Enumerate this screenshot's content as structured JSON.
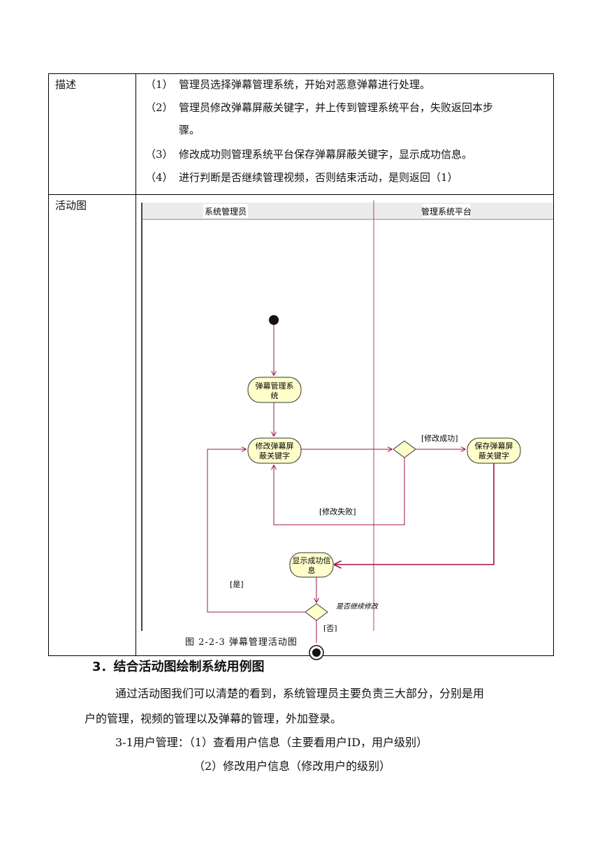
{
  "table": {
    "row1_label": "描述",
    "row2_label": "活动图",
    "steps": [
      {
        "num": "（1）",
        "text": "管理员选择弹幕管理系统，开始对恶意弹幕进行处理。"
      },
      {
        "num": "（2）",
        "text": "管理员修改弹幕屏蔽关键字，并上传到管理系统平台，失败返回本步"
      },
      {
        "num": "（3）",
        "text": "修改成功则管理系统平台保存弹幕屏蔽关键字，显示成功信息。"
      },
      {
        "num": "（4）",
        "text": "进行判断是否继续管理视频，否则结束活动，是则返回（1）"
      }
    ],
    "step2_cont": "骤。"
  },
  "diagram": {
    "lane_left": "系统管理员",
    "lane_right": "管理系统平台",
    "node_danmu_l1": "弹幕管理系",
    "node_danmu_l2": "统",
    "node_modify_l1": "修改弹幕屏",
    "node_modify_l2": "蔽关键字",
    "node_save_l1": "保存弹幕屏",
    "node_save_l2": "蔽关键字",
    "node_show_l1": "显示成功信",
    "node_show_l2": "息",
    "guard_success": "[修改成功]",
    "guard_fail": "[修改失败]",
    "guard_yes": "[是]",
    "guard_no": "[否]",
    "decision_label": "是否继续修改",
    "caption": "图 2-2-3    弹幕管理活动图"
  },
  "section": {
    "heading": "3．结合活动图绘制系统用例图",
    "para1_l1": "通过活动图我们可以清楚的看到，系统管理员主要负责三大部分，分别是用",
    "para1_l2": "户的管理，视频的管理以及弹幕的管理，外加登录。",
    "item1": "3-1用户管理：（1）查看用户信息（主要看用户ID，用户级别）",
    "item2": "（2）修改用户信息（修改用户的级别）"
  },
  "colors": {
    "node_fill": "#ffffcc",
    "flow_line": "#a0144a",
    "lane_divider": "#c8328c"
  }
}
